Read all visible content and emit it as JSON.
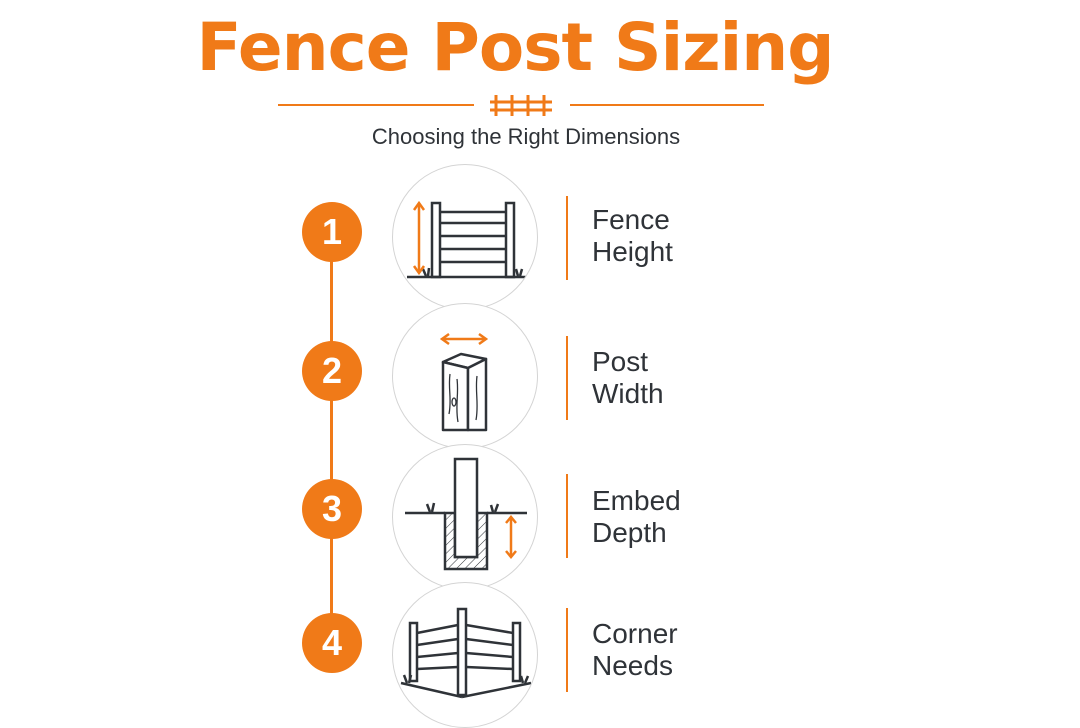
{
  "title": "Fence Post Sizing",
  "subtitle": "Choosing the Right Dimensions",
  "colors": {
    "accent": "#f07a18",
    "text": "#2f3338",
    "icon_stroke": "#2f3338",
    "circle_border": "#d4d4d4"
  },
  "steps": [
    {
      "number": "1",
      "label_line1": "Fence",
      "label_line2": "Height",
      "icon": "fence-height-icon"
    },
    {
      "number": "2",
      "label_line1": "Post",
      "label_line2": "Width",
      "icon": "post-width-icon"
    },
    {
      "number": "3",
      "label_line1": "Embed",
      "label_line2": "Depth",
      "icon": "embed-depth-icon"
    },
    {
      "number": "4",
      "label_line1": "Corner",
      "label_line2": "Needs",
      "icon": "corner-fence-icon"
    }
  ]
}
